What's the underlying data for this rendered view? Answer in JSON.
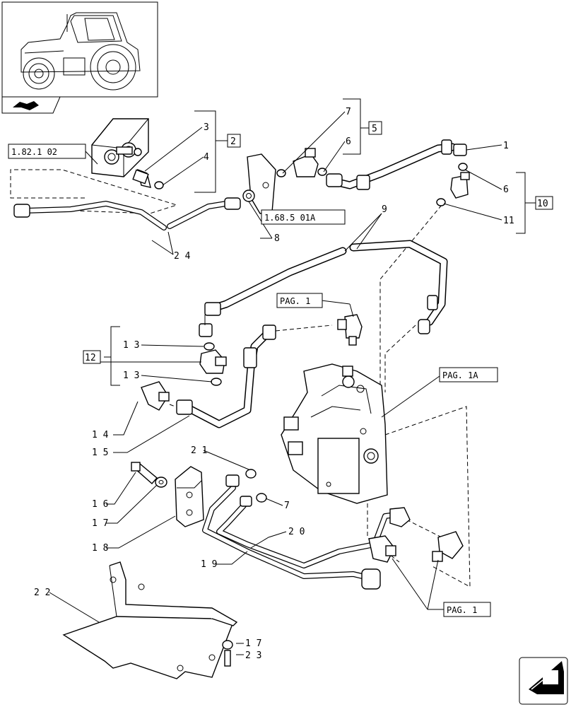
{
  "callouts": {
    "c1": "1",
    "c2": "2",
    "c3": "3",
    "c4": "4",
    "c5": "5",
    "c6a": "6",
    "c6b": "6",
    "c7a": "7",
    "c7b": "7",
    "c8": "8",
    "c9": "9",
    "c10": "10",
    "c11": "11",
    "c12": "12",
    "c13a": "1 3",
    "c13b": "1 3",
    "c14": "1 4",
    "c15": "1 5",
    "c16": "1 6",
    "c17a": "1 7",
    "c17b": "1 7",
    "c18": "1 8",
    "c19": "1 9",
    "c20": "2 0",
    "c21": "2 1",
    "c22": "2 2",
    "c23": "2 3",
    "c24": "2 4"
  },
  "references": {
    "r1": "1.82.1 02",
    "r2": "1.68.5 01A",
    "r3": "PAG. 1",
    "r4": "PAG. 1A",
    "r5": "PAG. 1"
  },
  "icons": {
    "thumbnail": "tractor-thumbnail-icon",
    "book": "book-icon",
    "next": "next-page-arrow-icon"
  }
}
